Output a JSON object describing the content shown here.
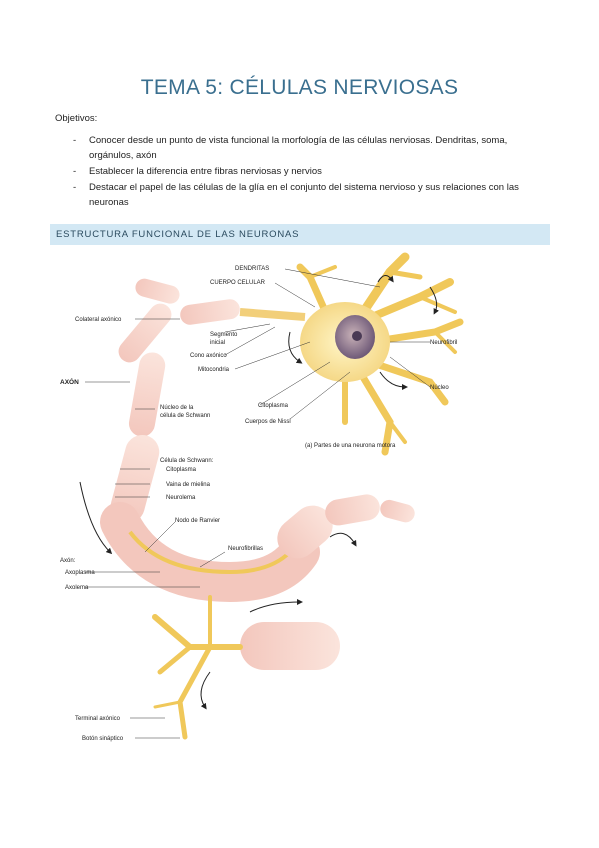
{
  "title": "TEMA 5: CÉLULAS NERVIOSAS",
  "objectives_label": "Objetivos:",
  "objectives": [
    "Conocer desde un punto de vista funcional la morfología de las células nerviosas. Dendritas, soma, orgánulos, axón",
    "Establecer la diferencia entre fibras nerviosas y nervios",
    "Destacar el papel de las células de la glía en el conjunto del sistema nervioso y sus relaciones con las neuronas"
  ],
  "bullet": "-",
  "section_title": "ESTRUCTURA FUNCIONAL DE LAS NEURONAS",
  "figure": {
    "caption": "(a) Partes de una neurona motora",
    "labels": {
      "dendritas": "DENDRITAS",
      "cuerpo_celular": "CUERPO CELULAR",
      "colateral": "Colateral axónico",
      "segmento_1": "Segmento",
      "segmento_2": "inicial",
      "cono": "Cono axónico",
      "mitocondria": "Mitocondria",
      "axon": "AXÓN",
      "nucleo_schwann_1": "Núcleo de la",
      "nucleo_schwann_2": "célula de Schwann",
      "citoplasma": "Citoplasma",
      "cuerpos_nissl": "Cuerpos de Nissl",
      "neurofibril": "Neurofibril",
      "nucleo": "Núcleo",
      "celula_schwann": "Célula de Schwann:",
      "citoplasma2": "Citoplasma",
      "vaina": "Vaina de mielina",
      "neurolema": "Neurolema",
      "nodo": "Nodo de Ranvier",
      "neurofibrillas": "Neurofibrillas",
      "axon2": "Axón:",
      "axoplasma": "Axoplasma",
      "axolema": "Axolema",
      "terminal": "Terminal axónico",
      "boton": "Botón sináptico"
    }
  }
}
